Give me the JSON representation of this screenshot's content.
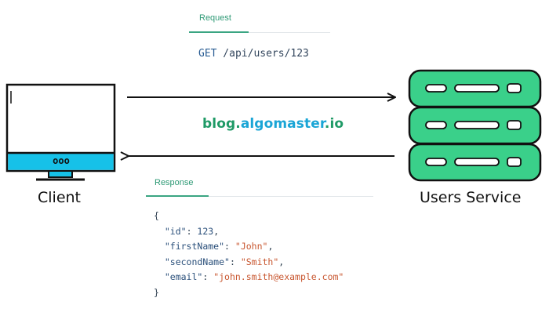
{
  "request": {
    "header_label": "Request",
    "method": "GET",
    "path_prefix": " /api/users/",
    "path_id": "123"
  },
  "response": {
    "header_label": "Response",
    "open_brace": "{",
    "close_brace": "}",
    "fields": [
      {
        "key": "\"id\"",
        "value": "123",
        "value_type": "number",
        "trailing": ","
      },
      {
        "key": "\"firstName\"",
        "value": "\"John\"",
        "value_type": "string",
        "trailing": ","
      },
      {
        "key": "\"secondName\"",
        "value": "\"Smith\"",
        "value_type": "string",
        "trailing": ","
      },
      {
        "key": "\"email\"",
        "value": "\"john.smith@example.com\"",
        "value_type": "string",
        "trailing": ""
      }
    ]
  },
  "watermark": {
    "part1": "blog.",
    "part2": "algomaster",
    "part3": ".io"
  },
  "client": {
    "label": "Client",
    "dots": "ooo"
  },
  "server": {
    "label": "Users Service",
    "rack_count": 3
  },
  "colors": {
    "accent_green": "#2f9a76",
    "server_green": "#3ad08a",
    "client_cyan": "#16c1e8",
    "string_orange": "#c8562f",
    "key_blue": "#2a4f7a"
  }
}
